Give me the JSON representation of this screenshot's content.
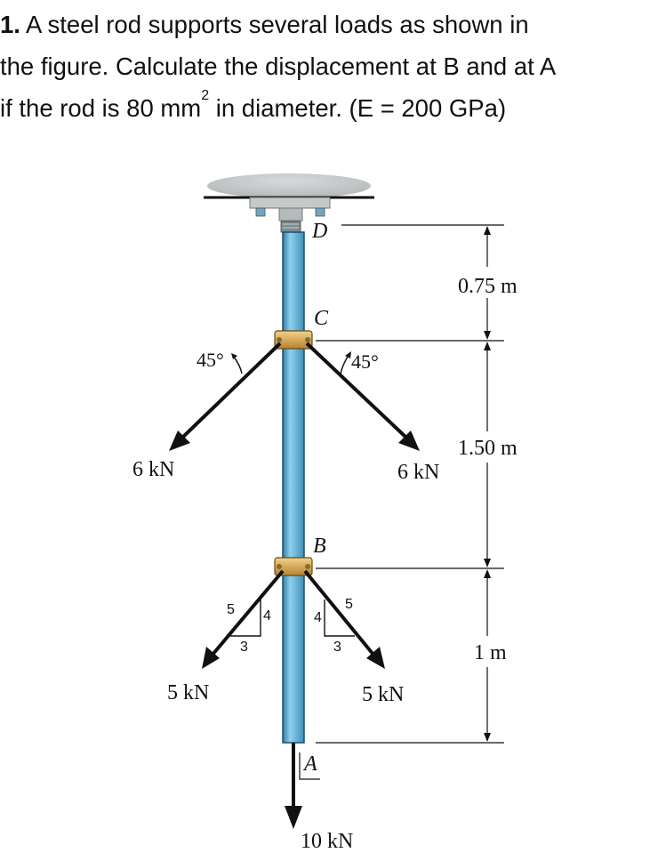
{
  "problem": {
    "number": "1.",
    "line1_text": " A steel rod supports several loads as shown in",
    "line2_text": "the figure. Calculate the displacement at B and at A",
    "line3_pre": "if the rod is 80 mm",
    "line3_sup": "2",
    "line3_post": " in diameter. (E = 200 GPa)"
  },
  "figure": {
    "points": {
      "D": "D",
      "C": "C",
      "B": "B",
      "A": "A"
    },
    "angles": {
      "left": "45°",
      "right": "45°"
    },
    "loads": {
      "c_left": "6 kN",
      "c_right": "6 kN",
      "b_left": "5 kN",
      "b_right": "5 kN",
      "a_bottom": "10 kN"
    },
    "slope_triangles": {
      "left": {
        "hyp": "5",
        "vert": "4",
        "horiz": "3"
      },
      "right": {
        "hyp": "5",
        "vert": "4",
        "horiz": "3"
      }
    },
    "dimensions": {
      "dc": "0.75 m",
      "cb": "1.50 m",
      "ba": "1 m"
    },
    "colors": {
      "rod": "#5aaed3",
      "collar": "#d9a64a",
      "support": "#c9cccc"
    }
  }
}
